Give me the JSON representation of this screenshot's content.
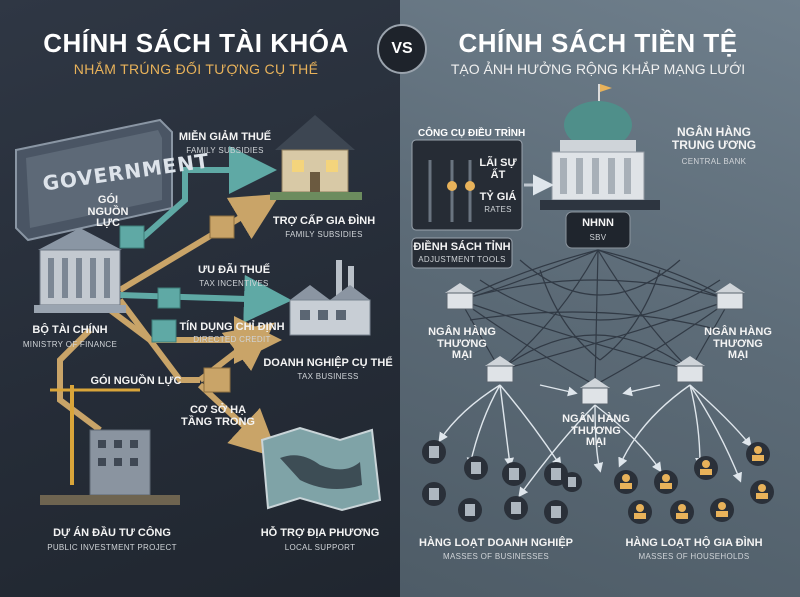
{
  "vs": "VS",
  "left": {
    "title": "CHÍNH SÁCH TÀI KHÓA",
    "subtitle": "NHẮM TRÚNG ĐỐI TƯỢNG CỤ THỂ",
    "government": "GOVERNMENT",
    "ministry": {
      "label": "BỘ TÀI CHÍNH",
      "sub": "MINISTRY OF FINANCE"
    },
    "resource1": {
      "label": "GÓI NGUỒN LỰC"
    },
    "resource2": {
      "label": "GÓI NGUỒN LỰC"
    },
    "tax_exempt": {
      "label": "MIỄN GIẢM THUẾ",
      "sub": "FAMILY SUBSIDIES"
    },
    "family_subsidy": {
      "label": "TRỢ CẤP GIA ĐÌNH",
      "sub": "FAMILY SUBSIDIES"
    },
    "tax_incentive": {
      "label": "ƯU ĐÃI THUẾ",
      "sub": "TAX INCENTIVES"
    },
    "directed_credit": {
      "label": "TÍN DỤNG CHỈ ĐỊNH",
      "sub": "DIRECTED CREDIT"
    },
    "specific_business": {
      "label": "DOANH NGHIỆP CỤ THỂ",
      "sub": "TAX BUSINESS"
    },
    "infrastructure": {
      "label": "CƠ SỞ HẠ TẦNG TRONG"
    },
    "public_investment": {
      "label": "DỰ ÁN ĐẦU TƯ CÔNG",
      "sub": "PUBLIC INVESTMENT PROJECT"
    },
    "local_support": {
      "label": "HỖ TRỢ ĐỊA PHƯƠNG",
      "sub": "LOCAL SUPPORT"
    }
  },
  "right": {
    "title": "CHÍNH SÁCH TIỀN TỆ",
    "subtitle": "TẠO ẢNH HƯỞNG RỘNG KHẮP MẠNG LƯỚI",
    "tools_title": "CÔNG CỤ ĐIỀU TRÌNH",
    "interest_rate": {
      "label": "LÃI SỰ ẤT"
    },
    "exchange_rate": {
      "label": "TỶ GIÁ",
      "sub": "RATES"
    },
    "central_bank": {
      "label": "NGÂN HÀNG TRUNG ƯƠNG",
      "sub": "CENTRAL BANK"
    },
    "nhnn": {
      "label": "NHNN",
      "sub": "SBV"
    },
    "adjustment": {
      "label": "ĐIỀNH SÁCH TỈNH",
      "sub": "ADJUSTMENT TOOLS"
    },
    "commercial_banks": [
      "NGÂN HÀNG THƯƠNG MẠI",
      "NGÂN HÀNG THƯƠNG MẠI",
      "NGÂN HÀNG THƯƠNG MẠI"
    ],
    "businesses": {
      "label": "HÀNG LOẠT DOANH NGHIỆP",
      "sub": "MASSES OF BUSINESSES"
    },
    "households": {
      "label": "HÀNG LOẠT HỘ GIA ĐÌNH",
      "sub": "MASSES OF HOUSEHOLDS"
    }
  },
  "colors": {
    "accent": "#e8b25a",
    "left_bg": "#2a313c",
    "right_bg": "#5f6e7a",
    "arrow_teal": "#5fa9a5",
    "arrow_gold": "#c9a468"
  }
}
